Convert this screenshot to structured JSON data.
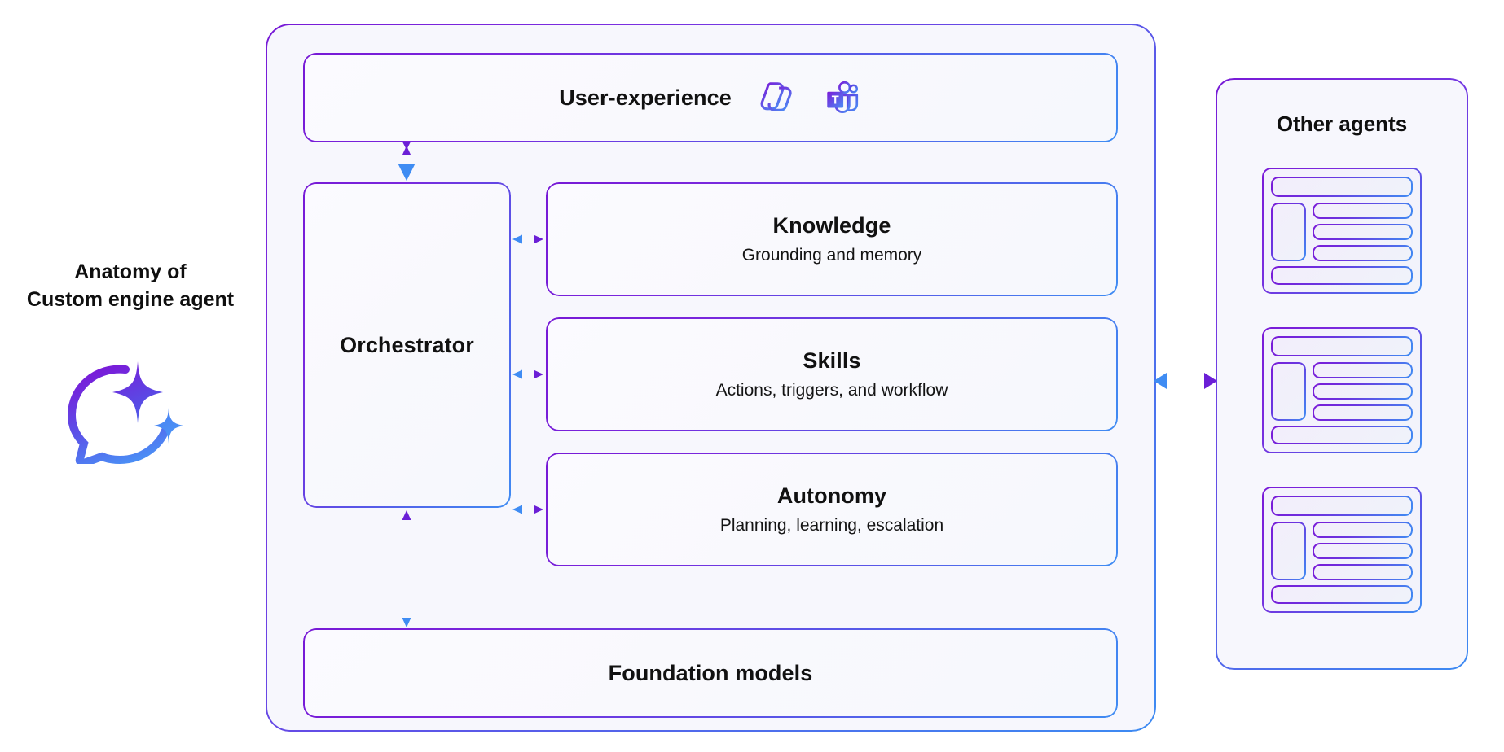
{
  "caption": {
    "line1": "Anatomy of",
    "line2": "Custom engine agent",
    "icon": "copilot-chat-sparkle-icon"
  },
  "diagram": {
    "user_experience": {
      "title": "User-experience",
      "icons": [
        "microsoft-365-copilot-icon",
        "microsoft-teams-icon"
      ]
    },
    "orchestrator": {
      "title": "Orchestrator"
    },
    "capabilities": [
      {
        "title": "Knowledge",
        "subtitle": "Grounding and memory"
      },
      {
        "title": "Skills",
        "subtitle": "Actions, triggers, and workflow"
      },
      {
        "title": "Autonomy",
        "subtitle": "Planning, learning, escalation"
      }
    ],
    "foundation": {
      "title": "Foundation models"
    },
    "other_agents": {
      "title": "Other agents",
      "cards": [
        {
          "name": "agent-card-1"
        },
        {
          "name": "agent-card-2"
        },
        {
          "name": "agent-card-3"
        }
      ]
    },
    "connectors": [
      {
        "name": "ux-to-orchestrator",
        "style": "solid",
        "direction": "bidirectional"
      },
      {
        "name": "orchestrator-to-knowledge",
        "style": "solid",
        "direction": "bidirectional"
      },
      {
        "name": "orchestrator-to-skills",
        "style": "solid",
        "direction": "bidirectional"
      },
      {
        "name": "orchestrator-to-autonomy",
        "style": "solid",
        "direction": "bidirectional"
      },
      {
        "name": "orchestrator-to-foundation",
        "style": "solid",
        "direction": "bidirectional"
      },
      {
        "name": "agent-to-other-agents",
        "style": "dotted",
        "direction": "bidirectional"
      }
    ]
  },
  "colors": {
    "purple": "#6b1fd6",
    "blue": "#3f8cf3",
    "indigo": "#5b56e8",
    "panel_bg": "#f7f7fd",
    "page_bg": "#ffffff",
    "text": "#111111"
  }
}
